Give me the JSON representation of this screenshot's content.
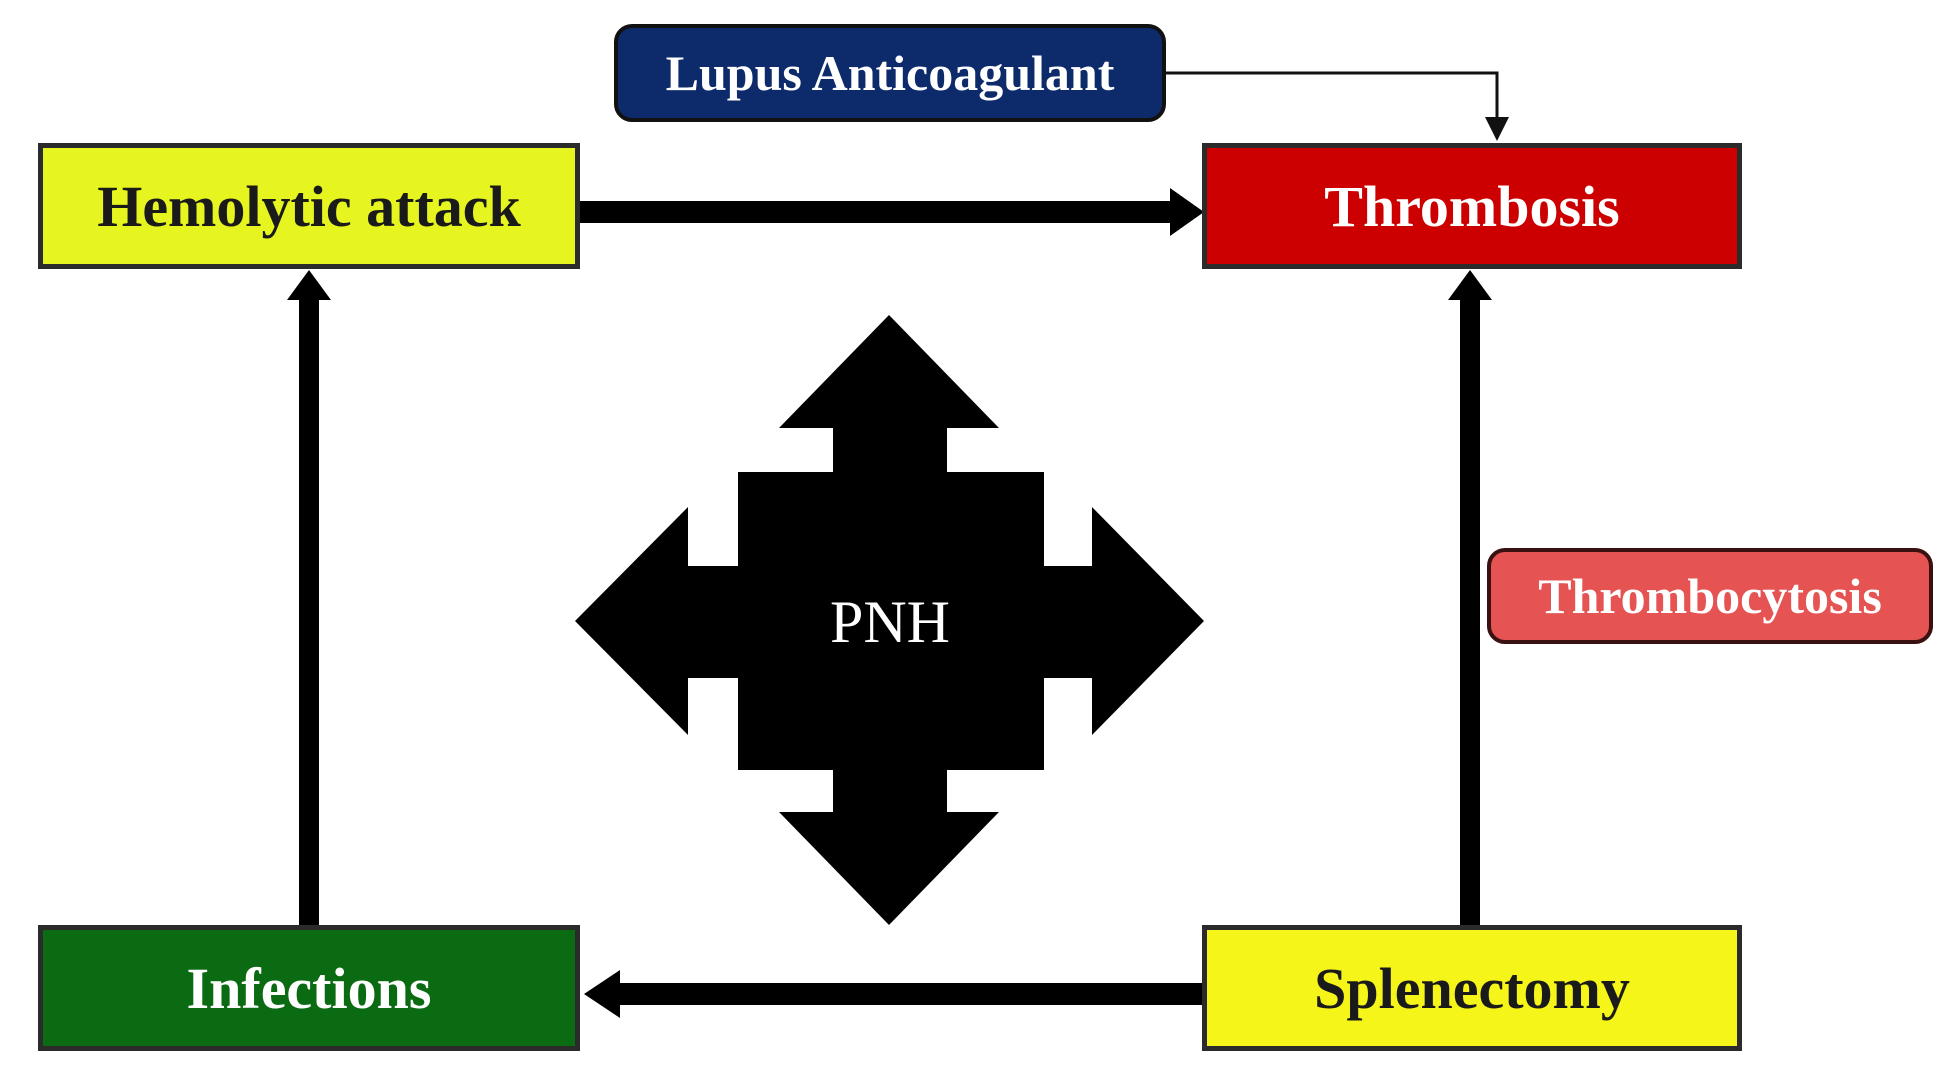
{
  "nodes": {
    "lupus": {
      "label": "Lupus Anticoagulant",
      "bg": "#0d2b6b",
      "fg": "#ffffff"
    },
    "hemolytic": {
      "label": "Hemolytic attack",
      "bg": "#e6f51f",
      "fg": "#1a1a1a"
    },
    "thrombosis": {
      "label": "Thrombosis",
      "bg": "#cc0000",
      "fg": "#ffffff"
    },
    "thrombocytosis": {
      "label": "Thrombocytosis",
      "bg": "#e55353",
      "fg": "#ffffff"
    },
    "infections": {
      "label": "Infections",
      "bg": "#0b6b12",
      "fg": "#ffffff"
    },
    "splenectomy": {
      "label": "Splenectomy",
      "bg": "#f6f51a",
      "fg": "#1a1a1a"
    },
    "center": {
      "label": "PNH",
      "bg": "#000000",
      "fg": "#ffffff"
    }
  },
  "edges": [
    {
      "from": "lupus",
      "to": "thrombosis",
      "style": "thin"
    },
    {
      "from": "hemolytic",
      "to": "thrombosis",
      "style": "thick"
    },
    {
      "from": "infections",
      "to": "hemolytic",
      "style": "thick"
    },
    {
      "from": "splenectomy",
      "to": "thrombosis",
      "style": "thick"
    },
    {
      "from": "splenectomy",
      "to": "infections",
      "style": "thick"
    }
  ]
}
